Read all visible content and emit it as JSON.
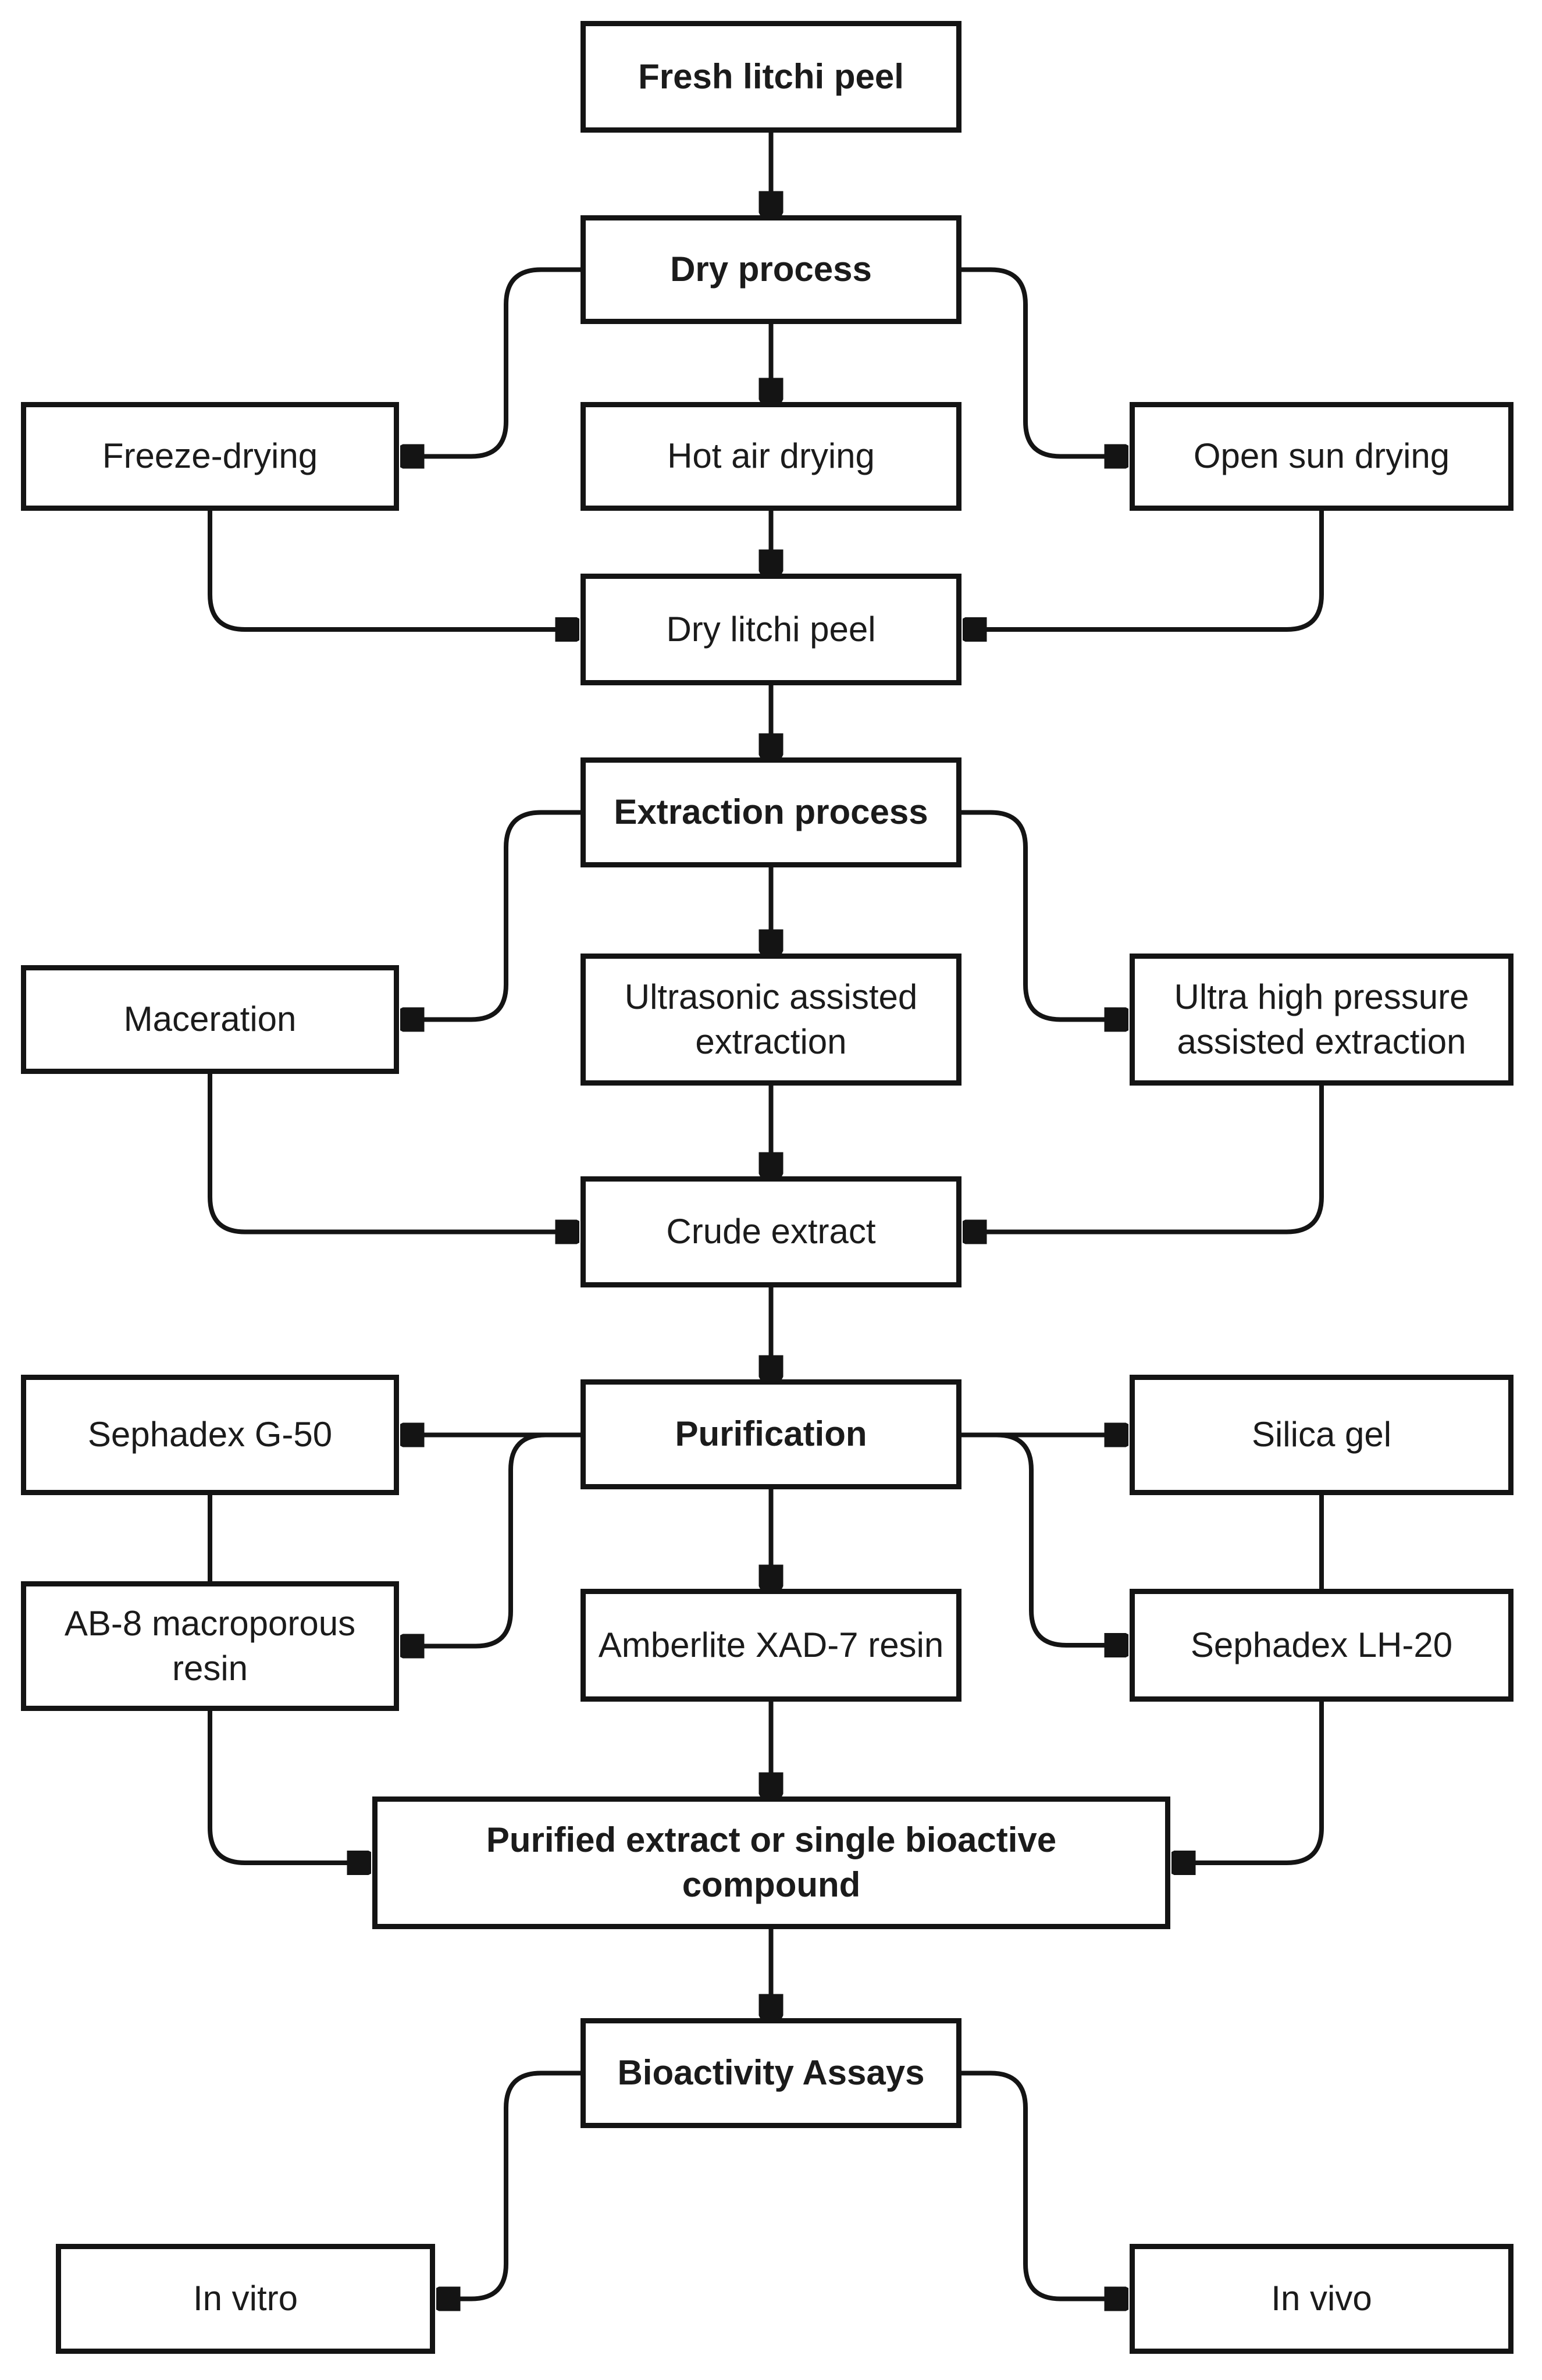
{
  "colors": {
    "line": "#141414",
    "box_border": "#141414",
    "box_fill": "#ffffff",
    "text": "#1b1b1b",
    "background": "#ffffff"
  },
  "nodes": {
    "fresh": {
      "label": "Fresh litchi peel"
    },
    "dry_process": {
      "label": "Dry process"
    },
    "freeze": {
      "label": "Freeze-drying"
    },
    "hot_air": {
      "label": "Hot air drying"
    },
    "open_sun": {
      "label": "Open sun drying"
    },
    "dry_peel": {
      "label": "Dry litchi peel"
    },
    "extraction": {
      "label": "Extraction process"
    },
    "maceration": {
      "label": "Maceration"
    },
    "ultrasonic": {
      "label": "Ultrasonic assisted extraction"
    },
    "uhp": {
      "label": "Ultra high pressure assisted extraction"
    },
    "crude": {
      "label": "Crude extract"
    },
    "purification": {
      "label": "Purification"
    },
    "sephadex_g50": {
      "label": "Sephadex G-50"
    },
    "silica": {
      "label": "Silica gel"
    },
    "ab8": {
      "label": "AB-8 macroporous resin"
    },
    "amberlite": {
      "label": "Amberlite XAD-7 resin"
    },
    "lh20": {
      "label": "Sephadex LH-20"
    },
    "purified": {
      "label": "Purified extract or single bioactive compound"
    },
    "bioassays": {
      "label": "Bioactivity Assays"
    },
    "invitro": {
      "label": "In vitro"
    },
    "invivo": {
      "label": "In vivo"
    }
  },
  "edges": [
    {
      "from": "fresh",
      "to": "dry_process",
      "arrow": true
    },
    {
      "from": "dry_process",
      "to": "freeze",
      "arrow": true
    },
    {
      "from": "dry_process",
      "to": "hot_air",
      "arrow": true
    },
    {
      "from": "dry_process",
      "to": "open_sun",
      "arrow": true
    },
    {
      "from": "freeze",
      "to": "dry_peel",
      "arrow": true
    },
    {
      "from": "hot_air",
      "to": "dry_peel",
      "arrow": true
    },
    {
      "from": "open_sun",
      "to": "dry_peel",
      "arrow": true
    },
    {
      "from": "dry_peel",
      "to": "extraction",
      "arrow": true
    },
    {
      "from": "extraction",
      "to": "maceration",
      "arrow": true
    },
    {
      "from": "extraction",
      "to": "ultrasonic",
      "arrow": true
    },
    {
      "from": "extraction",
      "to": "uhp",
      "arrow": true
    },
    {
      "from": "maceration",
      "to": "crude",
      "arrow": true
    },
    {
      "from": "ultrasonic",
      "to": "crude",
      "arrow": true
    },
    {
      "from": "uhp",
      "to": "crude",
      "arrow": true
    },
    {
      "from": "crude",
      "to": "purification",
      "arrow": true
    },
    {
      "from": "purification",
      "to": "sephadex_g50",
      "arrow": true
    },
    {
      "from": "purification",
      "to": "silica",
      "arrow": true
    },
    {
      "from": "purification",
      "to": "ab8",
      "arrow": true
    },
    {
      "from": "purification",
      "to": "amberlite",
      "arrow": true
    },
    {
      "from": "purification",
      "to": "lh20",
      "arrow": true
    },
    {
      "from": "sephadex_g50",
      "to": "ab8",
      "arrow": false
    },
    {
      "from": "silica",
      "to": "lh20",
      "arrow": false
    },
    {
      "from": "ab8",
      "to": "purified",
      "arrow": true
    },
    {
      "from": "amberlite",
      "to": "purified",
      "arrow": true
    },
    {
      "from": "lh20",
      "to": "purified",
      "arrow": true
    },
    {
      "from": "purified",
      "to": "bioassays",
      "arrow": true
    },
    {
      "from": "bioassays",
      "to": "invitro",
      "arrow": true
    },
    {
      "from": "bioassays",
      "to": "invivo",
      "arrow": true
    }
  ]
}
